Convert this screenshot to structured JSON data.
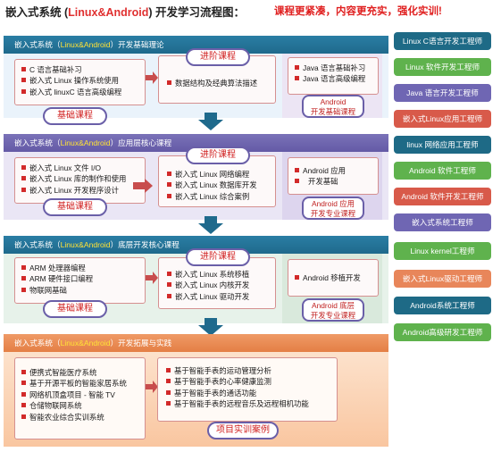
{
  "header": {
    "title_prefix": "嵌入式系统 (",
    "title_highlight": "Linux&Android",
    "title_suffix": ") 开发学习流程图：",
    "slogan": "课程更紧凑，内容更充实，强化实训!"
  },
  "stages": [
    {
      "head_prefix": "嵌入式系统（",
      "head_highlight": "Linux&Android",
      "head_suffix": "）开发基础理论",
      "basic_items": [
        "C 语言基础补习",
        "嵌入式 Linux 操作系统使用",
        "嵌入式 linuxC 语言高级编程"
      ],
      "basic_label": "基础课程",
      "advanced_label": "进阶课程",
      "advanced_items": [
        "数据结构及经典算法描述"
      ],
      "android_items": [
        "Java 语言基础补习",
        "Java 语言高级编程"
      ],
      "android_label": [
        "Android",
        "开发基础课程"
      ]
    },
    {
      "head_prefix": "嵌入式系统（",
      "head_highlight": "Linux&Android",
      "head_suffix": "）应用层核心课程",
      "basic_items": [
        "嵌入式 Linux 文件 I/O",
        "嵌入式 Linux 库的制作和使用",
        "嵌入式 Linux 开发程序设计"
      ],
      "basic_label": "基础课程",
      "advanced_label": "进阶课程",
      "advanced_items": [
        "嵌入式 Linux 网络编程",
        "嵌入式 Linux 数据库开发",
        "嵌入式 Linux 综合案例"
      ],
      "android_items": [
        "Android 应用",
        "开发基础"
      ],
      "android_label": [
        "Android 应用",
        "开发专业课程"
      ]
    },
    {
      "head_prefix": "嵌入式系统（",
      "head_highlight": "Linux&Android",
      "head_suffix": "）底层开发核心课程",
      "basic_items": [
        "ARM 处理器编程",
        "ARM 硬件接口编程",
        "物联网基础"
      ],
      "basic_label": "基础课程",
      "advanced_label": "进阶课程",
      "advanced_items": [
        "嵌入式 Linux 系统移植",
        "嵌入式 Linux 内核开发",
        "嵌入式 Linux 驱动开发"
      ],
      "android_items": [
        "Android 移植开发"
      ],
      "android_label": [
        "Android 底层",
        "开发专业课程"
      ]
    },
    {
      "head_prefix": "嵌入式系统（",
      "head_highlight": "Linux&Android",
      "head_suffix": "）开发拓展与实践",
      "left_items": [
        "便携式智能医疗系统",
        "基于开源平板的智能家居系统",
        "网络机顶盒项目 - 智能 TV",
        "仓储物联网系统",
        "智能农业综合实训系统"
      ],
      "right_items": [
        "基于智能手表的运动管理分析",
        "基于智能手表的心率健康监测",
        "基于智能手表的通话功能",
        "基于智能手表的远程音乐及远程相机功能"
      ],
      "project_label": "项目实训案例"
    }
  ],
  "jobs": [
    {
      "label": "Linux C语言开发工程师",
      "color": "#1e6a86"
    },
    {
      "label": "Linux 软件开发工程师",
      "color": "#5fb24d"
    },
    {
      "label": "Java 语言开发工程师",
      "color": "#6f66b3"
    },
    {
      "label": "嵌入式Linux应用工程师",
      "color": "#d85a4a"
    },
    {
      "label": "linux 网络应用工程师",
      "color": "#1e6a86"
    },
    {
      "label": "Android 软件工程师",
      "color": "#5fb24d"
    },
    {
      "label": "Android 软件开发工程师",
      "color": "#d85a4a"
    },
    {
      "label": "嵌入式系统工程师",
      "color": "#6f66b3"
    },
    {
      "label": "Linux kernel工程师",
      "color": "#5fb24d"
    },
    {
      "label": "嵌入式Linux驱动工程师",
      "color": "#e8865a"
    },
    {
      "label": "Android系统工程师",
      "color": "#1e6a86"
    },
    {
      "label": "Android高级研发工程师",
      "color": "#5fb24d"
    }
  ]
}
